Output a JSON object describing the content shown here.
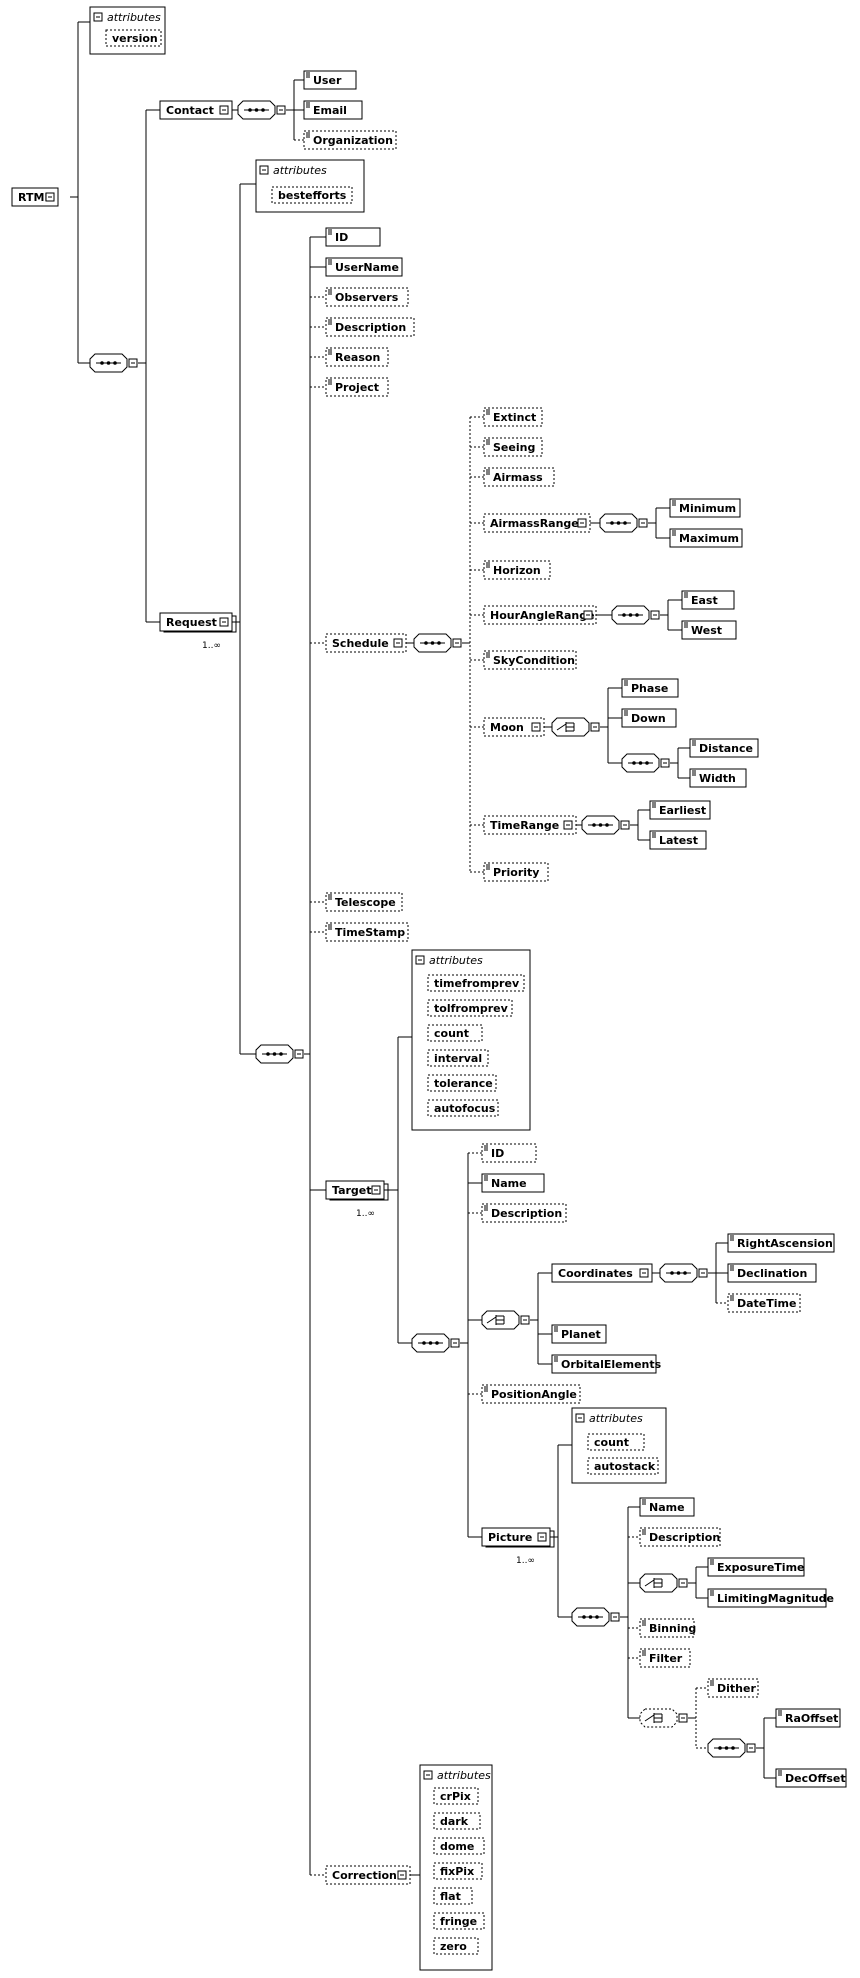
{
  "diagram": {
    "root": "RTML",
    "attribute_group_title": "attributes",
    "rtml_attributes": [
      "version"
    ],
    "contact": {
      "label": "Contact",
      "children": [
        "User",
        "Email",
        "Organization"
      ]
    },
    "request": {
      "label": "Request",
      "multiplicity": "1..∞",
      "attributes": [
        "bestefforts"
      ],
      "children_top": [
        "ID",
        "UserName",
        "Observers",
        "Description",
        "Reason",
        "Project"
      ],
      "schedule": {
        "label": "Schedule",
        "children": [
          "Extinct",
          "Seeing",
          "Airmass",
          "AirmassRange",
          "Horizon",
          "HourAngleRange",
          "SkyCondition",
          "Moon",
          "TimeRange",
          "Priority"
        ],
        "airmass_range": [
          "Minimum",
          "Maximum"
        ],
        "hour_angle_range": [
          "East",
          "West"
        ],
        "moon": [
          "Phase",
          "Down",
          "Distance",
          "Width"
        ],
        "time_range": [
          "Earliest",
          "Latest"
        ]
      },
      "children_mid": [
        "Telescope",
        "TimeStamp"
      ],
      "target": {
        "label": "Target",
        "multiplicity": "1..∞",
        "attributes": [
          "timefromprev",
          "tolfromprev",
          "count",
          "interval",
          "tolerance",
          "autofocus"
        ],
        "children": [
          "ID",
          "Name",
          "Description"
        ],
        "coordinates": {
          "label": "Coordinates",
          "children": [
            "RightAscension",
            "Declination",
            "DateTime"
          ]
        },
        "choice_others": [
          "Planet",
          "OrbitalElements"
        ],
        "position_angle": "PositionAngle",
        "picture": {
          "label": "Picture",
          "multiplicity": "1..∞",
          "attributes": [
            "count",
            "autostack"
          ],
          "children": [
            "Name",
            "Description"
          ],
          "exposure": [
            "ExposureTime",
            "LimitingMagnitude"
          ],
          "more": [
            "Binning",
            "Filter"
          ],
          "dither": "Dither",
          "offsets": [
            "RaOffset",
            "DecOffset"
          ]
        }
      },
      "correction": {
        "label": "Correction",
        "attributes": [
          "crPix",
          "dark",
          "dome",
          "fixPix",
          "flat",
          "fringe",
          "zero"
        ]
      }
    }
  }
}
